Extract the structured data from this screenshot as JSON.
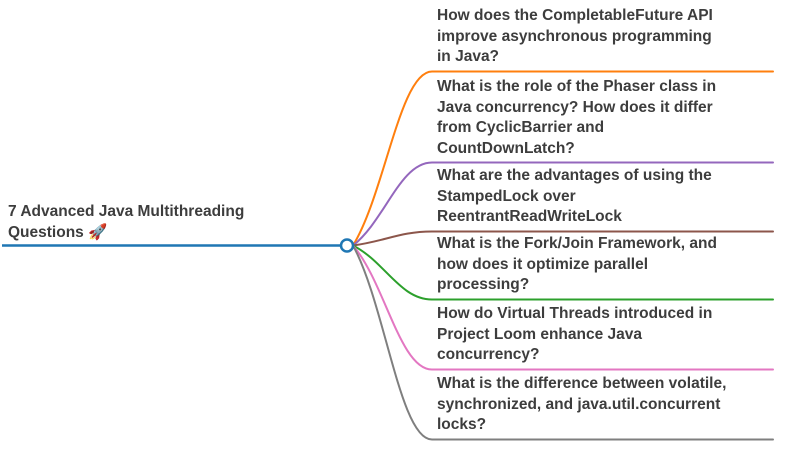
{
  "canvas": {
    "background": "#ffffff",
    "text_color": "#3d3d3d"
  },
  "root": {
    "label": "7 Advanced Java Multithreading Questions 🚀",
    "lines": [
      "7 Advanced Java Multithreading",
      "Questions 🚀"
    ],
    "color": "#1f77b4"
  },
  "questions": [
    {
      "label": "How does the CompletableFuture API improve asynchronous programming in Java?",
      "lines": [
        "How does the CompletableFuture API",
        "improve asynchronous programming",
        "in Java?"
      ],
      "color": "#ff7f0e"
    },
    {
      "label": "What is the role of the Phaser class in Java concurrency? How does it differ from CyclicBarrier and CountDownLatch?",
      "lines": [
        "What is the role of the Phaser class in",
        "Java concurrency? How does it differ",
        "from CyclicBarrier and",
        "CountDownLatch?"
      ],
      "color": "#9467bd"
    },
    {
      "label": "What are the advantages of using the StampedLock over ReentrantReadWriteLock",
      "lines": [
        "What are the advantages of using the",
        "StampedLock over",
        "ReentrantReadWriteLock"
      ],
      "color": "#8c564b"
    },
    {
      "label": "What is the Fork/Join Framework, and how does it optimize parallel processing?",
      "lines": [
        "What is the Fork/Join Framework, and",
        "how does it optimize parallel",
        "processing?"
      ],
      "color": "#2ca02c"
    },
    {
      "label": "How do Virtual Threads introduced in Project Loom enhance Java concurrency?",
      "lines": [
        "How do Virtual Threads introduced in",
        "Project Loom enhance Java",
        "concurrency?"
      ],
      "color": "#e377c2"
    },
    {
      "label": "What is the difference between volatile, synchronized, and java.util.concurrent locks?",
      "lines": [
        "What is the difference between volatile,",
        "synchronized, and java.util.concurrent",
        "locks?"
      ],
      "color": "#7f7f7f"
    }
  ]
}
